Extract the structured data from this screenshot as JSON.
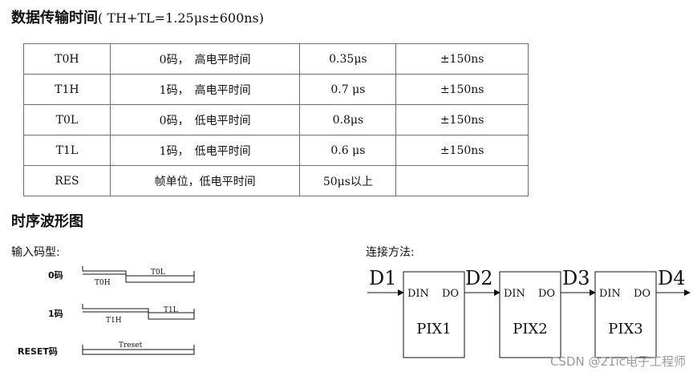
{
  "title": {
    "main": "数据传输时间",
    "formula": "( TH+TL=1.25μs±600ns)"
  },
  "table": {
    "rows": [
      [
        "T0H",
        "0码，　高电平时间",
        "0.35μs",
        "±150ns"
      ],
      [
        "T1H",
        "1码，　高电平时间",
        "0.7 μs",
        "±150ns"
      ],
      [
        "T0L",
        "0码，　低电平时间",
        "0.8μs",
        "±150ns"
      ],
      [
        "T1L",
        "1码，　低电平时间",
        "0.6 μs",
        "±150ns"
      ],
      [
        "RES",
        "帧单位，低电平时间",
        "50μs以上",
        ""
      ]
    ]
  },
  "waveform_title": "时序波形图",
  "input_code_label": "输入码型:",
  "connection_label": "连接方法:",
  "waveforms": {
    "code0": {
      "label": "0码",
      "high": "T0H",
      "low": "T0L"
    },
    "code1": {
      "label": "1码",
      "high": "T1H",
      "low": "T1L"
    },
    "reset": {
      "label": "RESET码",
      "span": "Treset"
    }
  },
  "chain": {
    "nodes": [
      "D1",
      "D2",
      "D3",
      "D4"
    ],
    "chips": [
      {
        "name": "PIX1",
        "din": "DIN",
        "do": "DO"
      },
      {
        "name": "PIX2",
        "din": "DIN",
        "do": "DO"
      },
      {
        "name": "PIX3",
        "din": "DIN",
        "do": "DO"
      }
    ]
  },
  "watermark": "CSDN @21ic电子工程师"
}
